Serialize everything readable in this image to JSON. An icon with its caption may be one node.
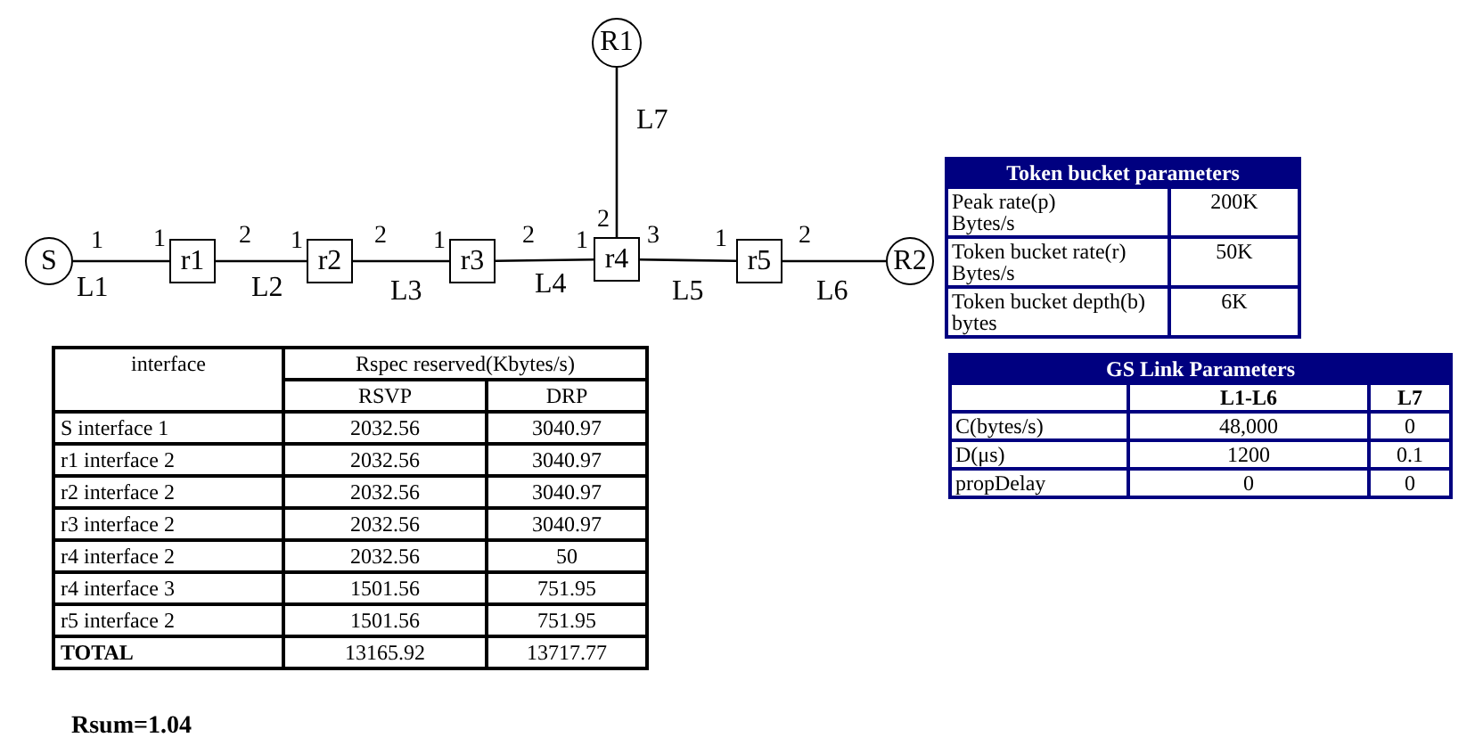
{
  "diagram": {
    "nodes": [
      {
        "text": [
          "S"
        ]
      },
      {
        "text": [
          "r1"
        ]
      },
      {
        "text": [
          "r2"
        ]
      },
      {
        "text": [
          "r3"
        ]
      },
      {
        "text": [
          "r4"
        ]
      },
      {
        "text": [
          "r5"
        ]
      },
      {
        "text": [
          "R1"
        ]
      },
      {
        "text": [
          "R2"
        ]
      }
    ],
    "edges": [
      {
        "from": 0,
        "to": 1,
        "arrow": "none",
        "label": "L1"
      },
      {
        "from": 1,
        "to": 2,
        "arrow": "none",
        "label": "L2"
      },
      {
        "from": 2,
        "to": 3,
        "arrow": "none",
        "label": "L3"
      },
      {
        "from": 3,
        "to": 4,
        "arrow": "none",
        "label": "L4"
      },
      {
        "from": 4,
        "to": 5,
        "arrow": "none",
        "label": "L5"
      },
      {
        "from": 5,
        "to": 7,
        "arrow": "none",
        "label": "L6"
      },
      {
        "from": 6,
        "to": 4,
        "arrow": "none",
        "label": "L7"
      }
    ],
    "labels": [
      "2",
      "1",
      "1",
      "2",
      "1",
      "2",
      "1",
      "2",
      "1",
      "3",
      "1",
      "2",
      "Token bucket parameters",
      "Peak rate(p) Bytes/s",
      "200K",
      "Token bucket rate(r) Bytes/s",
      "50K",
      "Token bucket depth(b) bytes",
      "6K",
      "interface",
      "Rspec reserved(Kbytes/s)",
      "RSVP",
      "DRP",
      "S interface 1",
      "2032.56",
      "3040.97",
      "r1 interface 2",
      "2032.56",
      "3040.97",
      "r2 interface 2",
      "2032.56",
      "3040.97",
      "r3 interface 2",
      "2032.56",
      "3040.97",
      "r4 interface 2",
      "2032.56",
      "50",
      "r4 interface 3",
      "1501.56",
      "751.95",
      "r5 interface 2",
      "1501.56",
      "751.95",
      "TOTAL",
      "13165.92",
      "13717.77",
      "GS Link Parameters",
      "L1-L6",
      "L7",
      "C(bytes/s)",
      "48,000",
      "0",
      "D(μs)",
      "1200",
      "0.1",
      "propDelay",
      "0",
      "0",
      "Rsum=1.04"
    ]
  }
}
